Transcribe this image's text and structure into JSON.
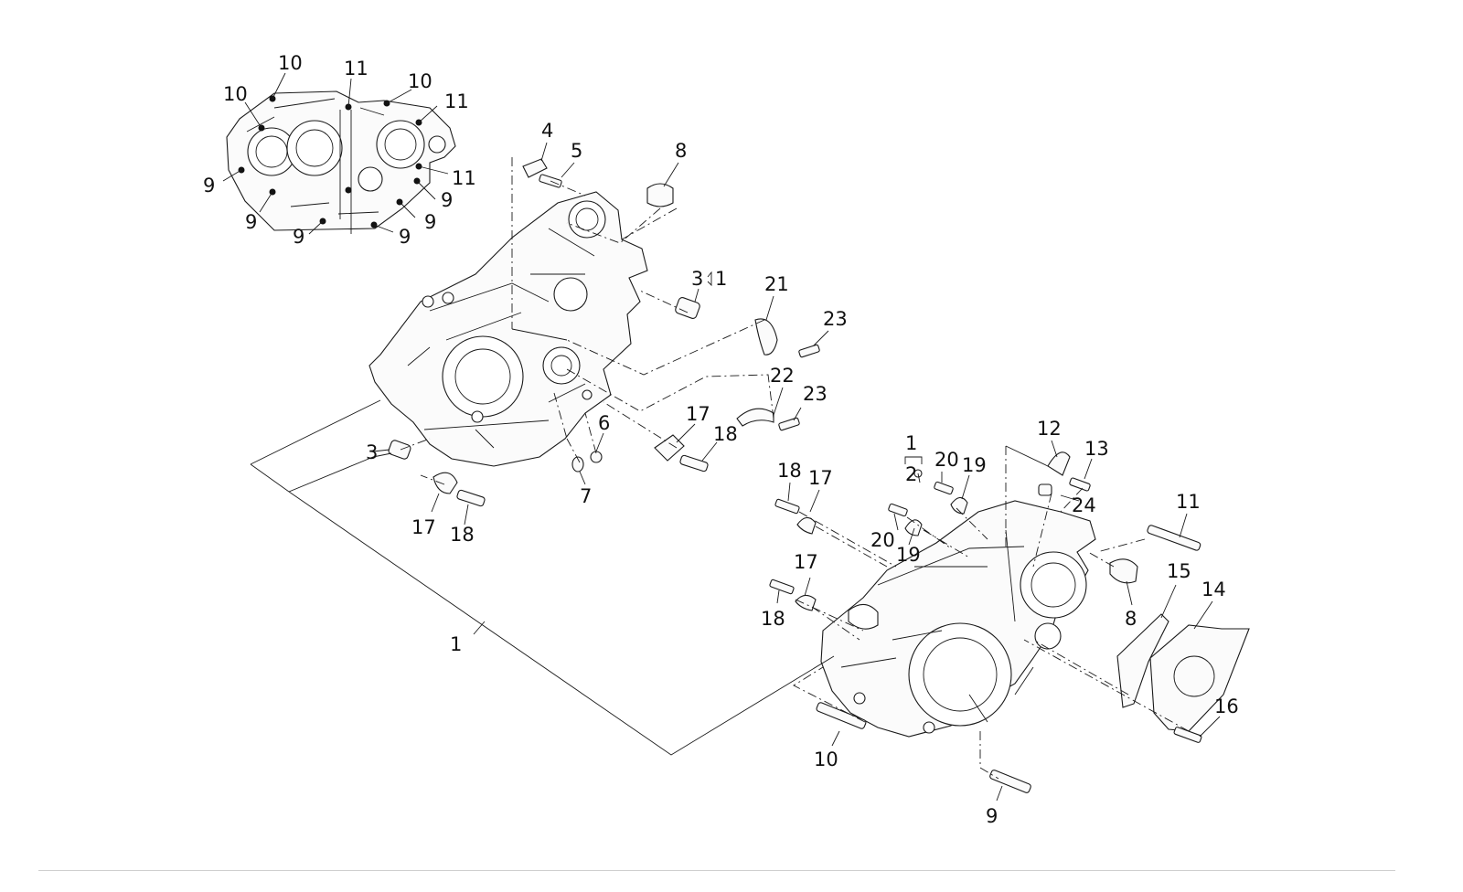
{
  "diagram": {
    "callouts": [
      {
        "label": "10"
      },
      {
        "label": "11"
      },
      {
        "label": "10"
      },
      {
        "label": "10"
      },
      {
        "label": "11"
      },
      {
        "label": "11"
      },
      {
        "label": "9"
      },
      {
        "label": "9"
      },
      {
        "label": "9"
      },
      {
        "label": "9"
      },
      {
        "label": "9"
      },
      {
        "label": "9"
      },
      {
        "label": "4"
      },
      {
        "label": "5"
      },
      {
        "label": "8"
      },
      {
        "label": "3"
      },
      {
        "label": "1"
      },
      {
        "label": "21"
      },
      {
        "label": "23"
      },
      {
        "label": "22"
      },
      {
        "label": "23"
      },
      {
        "label": "17"
      },
      {
        "label": "18"
      },
      {
        "label": "6"
      },
      {
        "label": "7"
      },
      {
        "label": "3"
      },
      {
        "label": "17"
      },
      {
        "label": "18"
      },
      {
        "label": "1"
      },
      {
        "label": "1"
      },
      {
        "label": "2"
      },
      {
        "label": "20"
      },
      {
        "label": "19"
      },
      {
        "label": "12"
      },
      {
        "label": "13"
      },
      {
        "label": "24"
      },
      {
        "label": "18"
      },
      {
        "label": "17"
      },
      {
        "label": "20"
      },
      {
        "label": "19"
      },
      {
        "label": "11"
      },
      {
        "label": "17"
      },
      {
        "label": "18"
      },
      {
        "label": "15"
      },
      {
        "label": "14"
      },
      {
        "label": "8"
      },
      {
        "label": "16"
      },
      {
        "label": "10"
      },
      {
        "label": "9"
      }
    ]
  }
}
